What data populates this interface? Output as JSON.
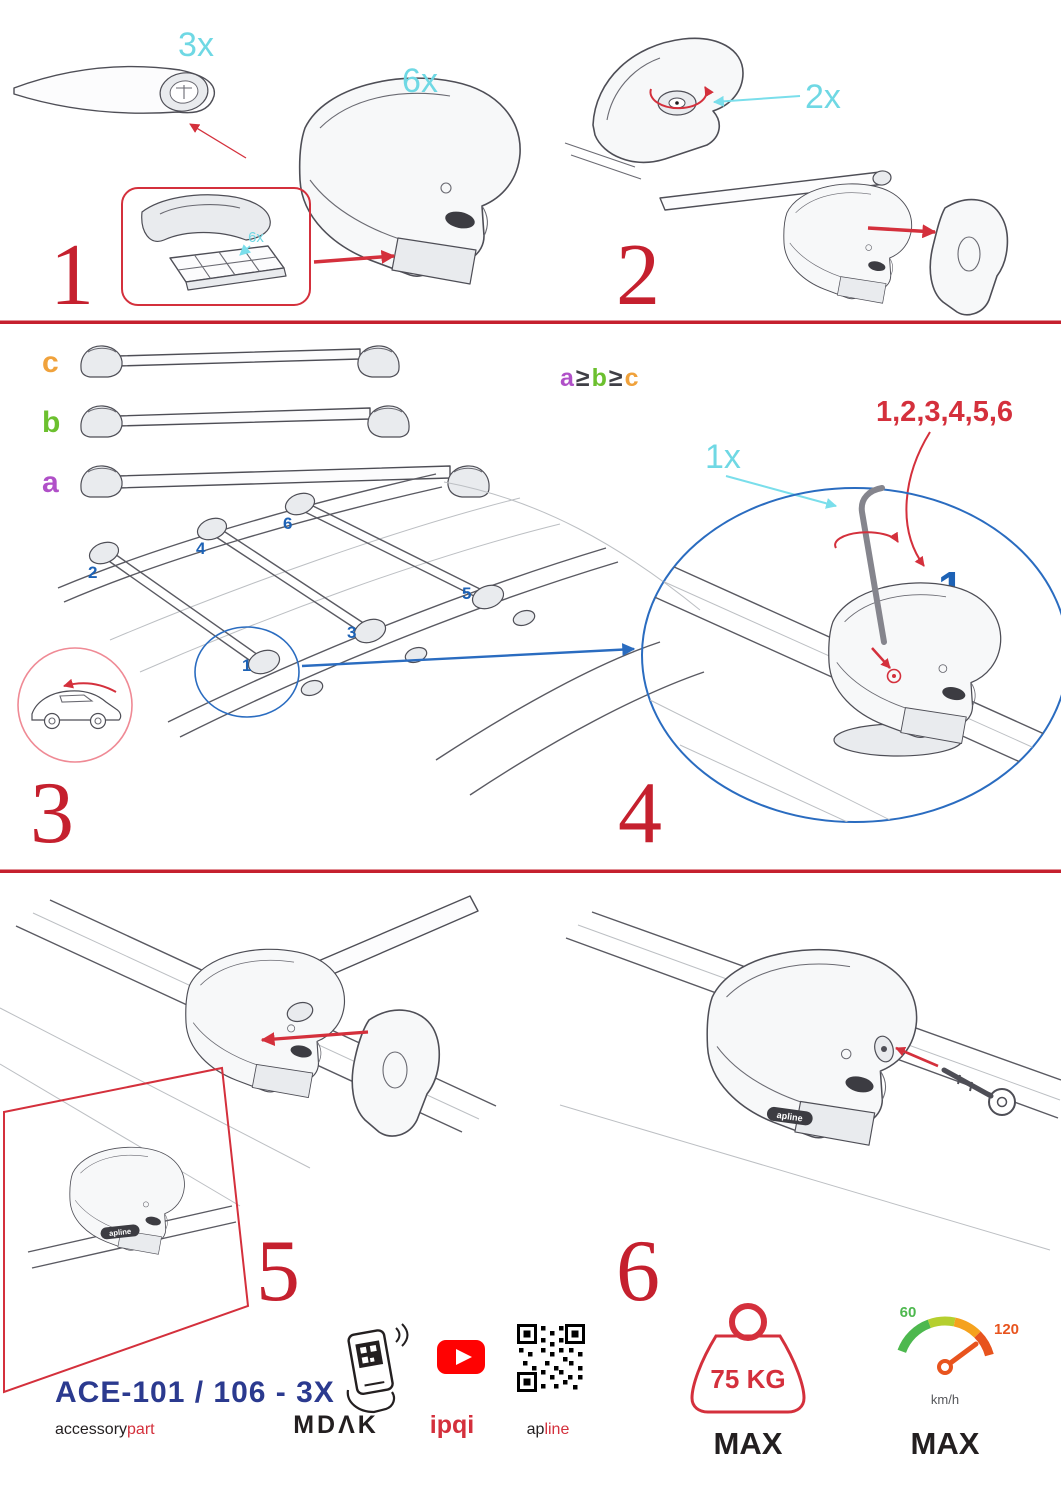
{
  "colors": {
    "accent_red": "#c5202e",
    "arrow_red": "#d4303c",
    "qty_cyan": "#6fd8e4",
    "position_blue": "#1d62b5",
    "model_navy": "#2b3a8f",
    "size_a_purple": "#b050c8",
    "size_b_green": "#6cc02f",
    "size_c_orange": "#f0a23c",
    "youtube_red": "#ff0202",
    "ink": "#231f20"
  },
  "step1": {
    "number": "1",
    "bar_qty": "3x",
    "foot_qty": "6x",
    "pad_qty": "6x"
  },
  "step2": {
    "number": "2",
    "cover_qty": "2x"
  },
  "step3": {
    "number": "3",
    "bar_a": "a",
    "bar_b": "b",
    "bar_c": "c",
    "positions": {
      "p1": "1",
      "p2": "2",
      "p3": "3",
      "p4": "4",
      "p5": "5",
      "p6": "6"
    }
  },
  "step4": {
    "number": "4",
    "rule_a": "a",
    "rule_gte1": "≥",
    "rule_b": "b",
    "rule_gte2": "≥",
    "rule_c": "c",
    "sequence": "1,2,3,4,5,6",
    "tool_qty": "1x",
    "first_position": "1"
  },
  "step5": {
    "number": "5"
  },
  "step6": {
    "number": "6"
  },
  "branding": {
    "model": "ACE-101 / 106 - 3X",
    "accessory": "accessory",
    "part": "part",
    "mdak": "MDΛK",
    "ipqi": "ipqi",
    "ap": "ap",
    "line": "line",
    "apline_logo": "apline"
  },
  "limits": {
    "weight": "75 KG",
    "weight_max": "MAX",
    "speed_low": "60",
    "speed_high": "120",
    "speed_unit": "km/h",
    "speed_max": "MAX"
  }
}
